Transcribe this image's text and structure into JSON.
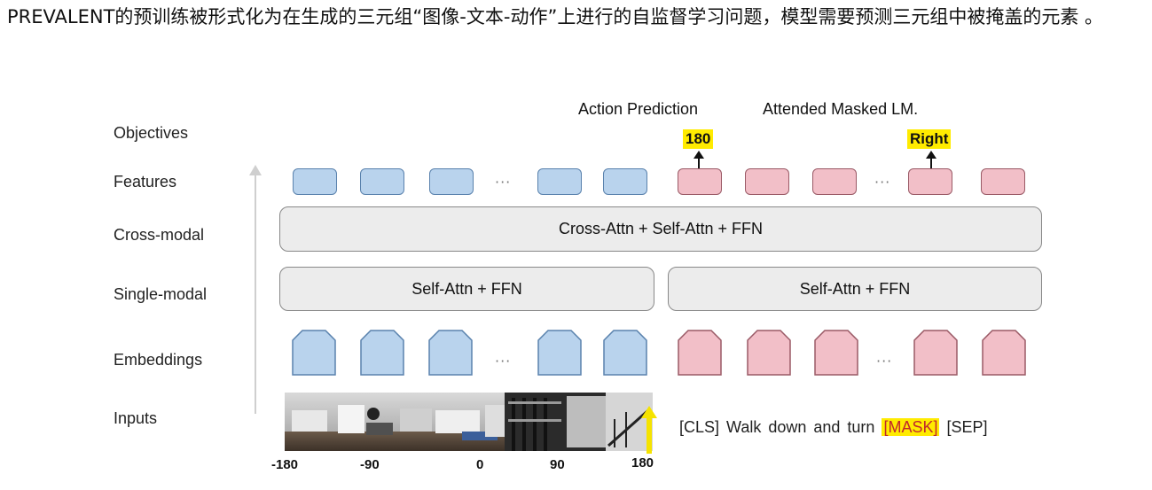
{
  "intro_text": "PREVALENT的预训练被形式化为在生成的三元组“图像-文本-动作”上进行的自监督学习问题，模型需要预测三元组中被掩盖的元素 。",
  "row_labels": {
    "objectives": "Objectives",
    "features": "Features",
    "cross_modal": "Cross-modal",
    "single_modal": "Single-modal",
    "embeddings": "Embeddings",
    "inputs": "Inputs"
  },
  "objective_heads": {
    "action_prediction": "Action Prediction",
    "attended_masked_lm": "Attended Masked LM."
  },
  "predictions": {
    "action_value": "180",
    "masked_word": "Right"
  },
  "ellipsis": "···",
  "cross_modal_layer": "Cross-Attn +  Self-Attn + FFN",
  "single_modal_vision": "Self-Attn + FFN",
  "single_modal_language": "Self-Attn + FFN",
  "heading_ticks": [
    "-180",
    "-90",
    "0",
    "90",
    "180"
  ],
  "text_input": {
    "before": "[CLS]  Walk  down  and  turn",
    "mask": "[MASK]",
    "after": "[SEP]"
  },
  "colors": {
    "vision": "#b9d3ed",
    "language": "#f2bfc8",
    "highlight": "#ffeb00"
  }
}
